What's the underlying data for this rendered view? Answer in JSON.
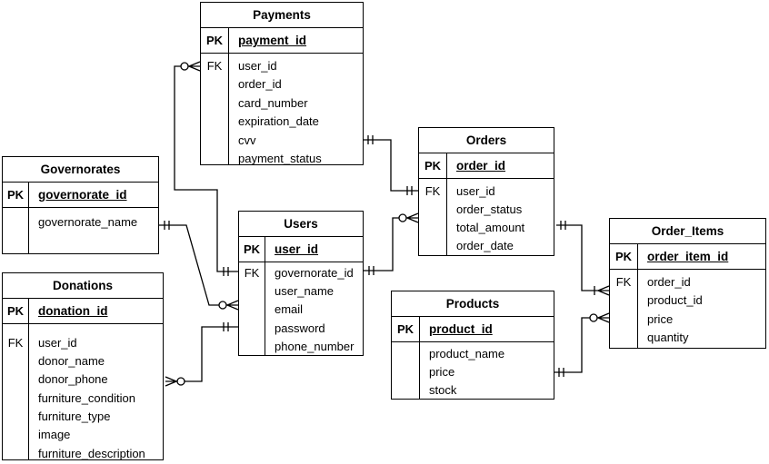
{
  "diagram": {
    "type": "entity-relationship",
    "background_color": "#ffffff",
    "line_color": "#000000",
    "text_color": "#000000"
  },
  "entities": {
    "payments": {
      "title": "Payments",
      "pk_label": "PK",
      "fk_label": "FK",
      "pk": "payment_id",
      "attributes": [
        "user_id",
        "order_id",
        "card_number",
        "expiration_date",
        "cvv",
        "payment_status"
      ]
    },
    "governorates": {
      "title": "Governorates",
      "pk_label": "PK",
      "fk_label": "",
      "pk": "governorate_id",
      "attributes": [
        "governorate_name"
      ]
    },
    "donations": {
      "title": "Donations",
      "pk_label": "PK",
      "fk_label": "FK",
      "pk": "donation_id",
      "attributes": [
        "user_id",
        "donor_name",
        "donor_phone",
        "furniture_condition",
        "furniture_type",
        "image",
        "furniture_description"
      ]
    },
    "users": {
      "title": "Users",
      "pk_label": "PK",
      "fk_label": "FK",
      "pk": "user_id",
      "attributes": [
        "governorate_id",
        "user_name",
        "email",
        "password",
        "phone_number"
      ]
    },
    "orders": {
      "title": "Orders",
      "pk_label": "PK",
      "fk_label": "FK",
      "pk": "order_id",
      "attributes": [
        "user_id",
        "order_status",
        "total_amount",
        "order_date"
      ]
    },
    "products": {
      "title": "Products",
      "pk_label": "PK",
      "fk_label": "",
      "pk": "product_id",
      "attributes": [
        "product_name",
        "price",
        "stock"
      ]
    },
    "order_items": {
      "title": "Order_Items",
      "pk_label": "PK",
      "fk_label": "FK",
      "pk": "order_item_id",
      "attributes": [
        "order_id",
        "product_id",
        "price",
        "quantity"
      ]
    }
  },
  "relationships": [
    {
      "from": "Users",
      "to": "Payments",
      "from_cardinality": "one and only one",
      "to_cardinality": "zero or many"
    },
    {
      "from": "Governorates",
      "to": "Users",
      "from_cardinality": "one and only one",
      "to_cardinality": "zero or many"
    },
    {
      "from": "Users",
      "to": "Donations",
      "from_cardinality": "one and only one",
      "to_cardinality": "zero or many"
    },
    {
      "from": "Users",
      "to": "Orders",
      "from_cardinality": "one and only one",
      "to_cardinality": "zero or many"
    },
    {
      "from": "Payments",
      "to": "Orders",
      "from_cardinality": "one and only one",
      "to_cardinality": "one and only one"
    },
    {
      "from": "Orders",
      "to": "Order_Items",
      "from_cardinality": "one and only one",
      "to_cardinality": "one or many"
    },
    {
      "from": "Products",
      "to": "Order_Items",
      "from_cardinality": "one and only one",
      "to_cardinality": "zero or many"
    }
  ]
}
